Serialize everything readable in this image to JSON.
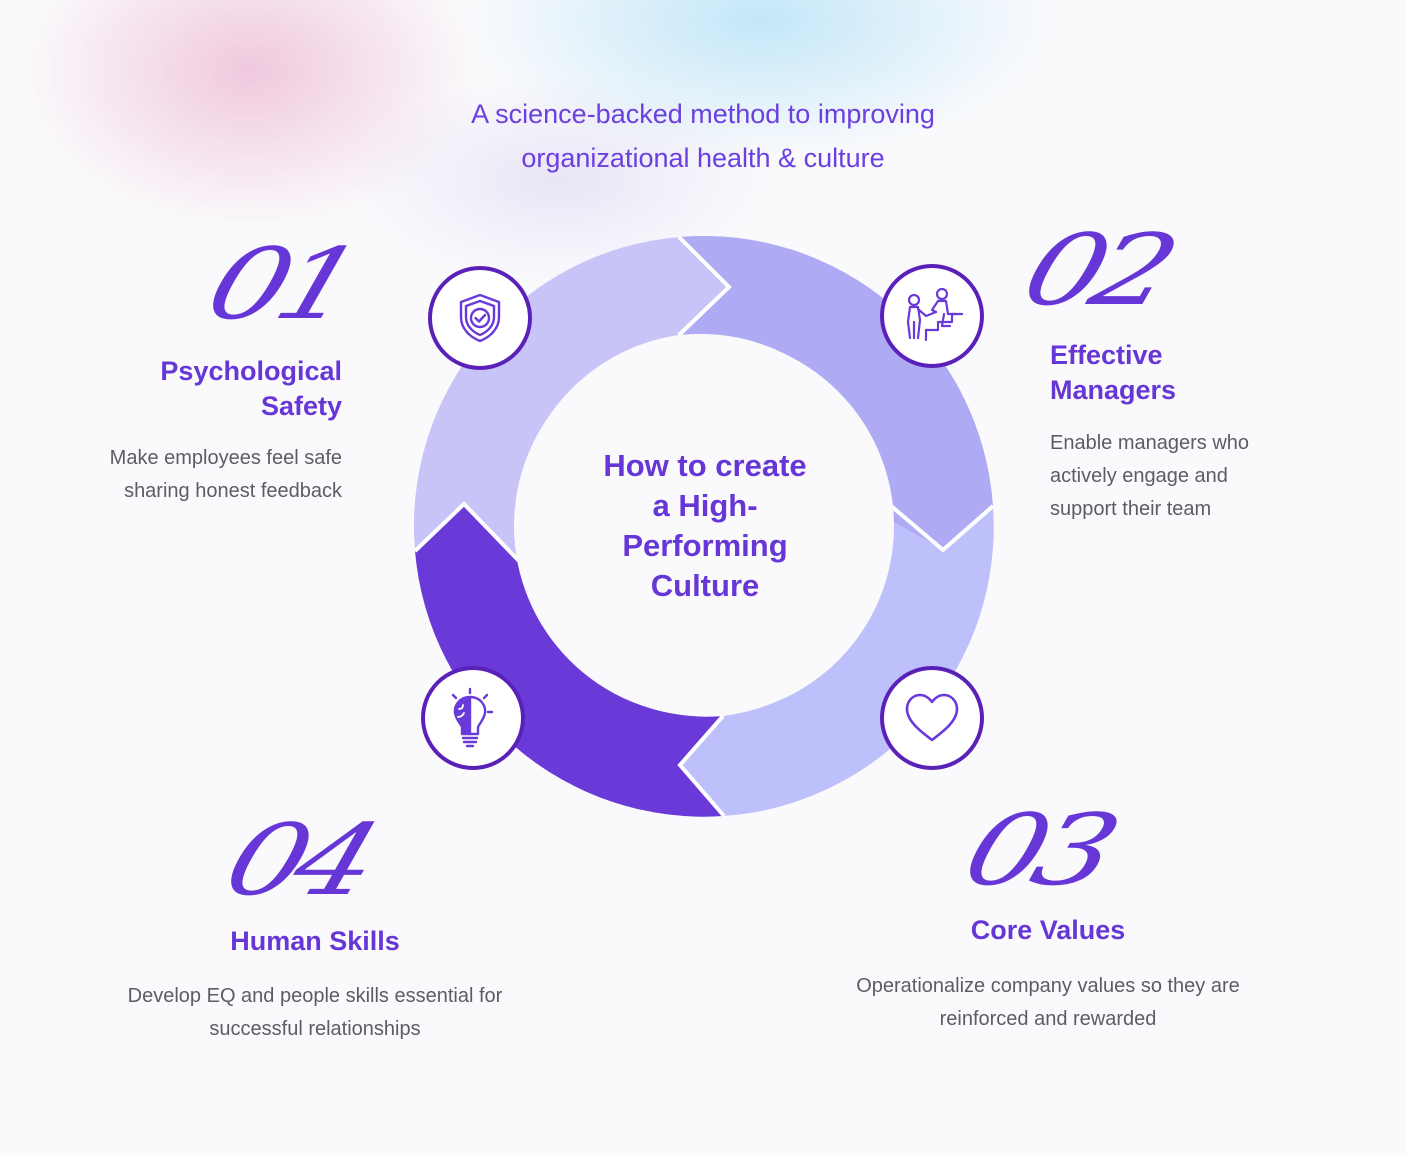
{
  "headline": {
    "line1": "A science-backed method to improving",
    "line2": "organizational health & culture"
  },
  "center": {
    "line1": "How to create",
    "line2": "a High-",
    "line3": "Performing",
    "line4": "Culture"
  },
  "steps": [
    {
      "number": "01",
      "title_line1": "Psychological",
      "title_line2": "Safety",
      "desc_line1": "Make employees feel safe",
      "desc_line2": "sharing honest feedback",
      "icon": "shield-check-icon"
    },
    {
      "number": "02",
      "title_line1": "Effective",
      "title_line2": "Managers",
      "desc_line1": "Enable managers who",
      "desc_line2": "actively engage and",
      "desc_line3": "support their team",
      "icon": "helping-hand-icon"
    },
    {
      "number": "03",
      "title_line1": "Core Values",
      "desc_line1": "Operationalize company values so they are",
      "desc_line2": "reinforced and rewarded",
      "icon": "heart-icon"
    },
    {
      "number": "04",
      "title_line1": "Human Skills",
      "desc_line1": "Develop EQ and people skills essential for",
      "desc_line2": "successful relationships",
      "icon": "brain-bulb-icon"
    }
  ],
  "colors": {
    "accent": "#6637d6",
    "badge_border": "#5a21b8",
    "segment_1": "#c9c4f8",
    "segment_2": "#aeaaf4",
    "segment_3": "#bdc0fa",
    "segment_4": "#6a3ad8"
  }
}
